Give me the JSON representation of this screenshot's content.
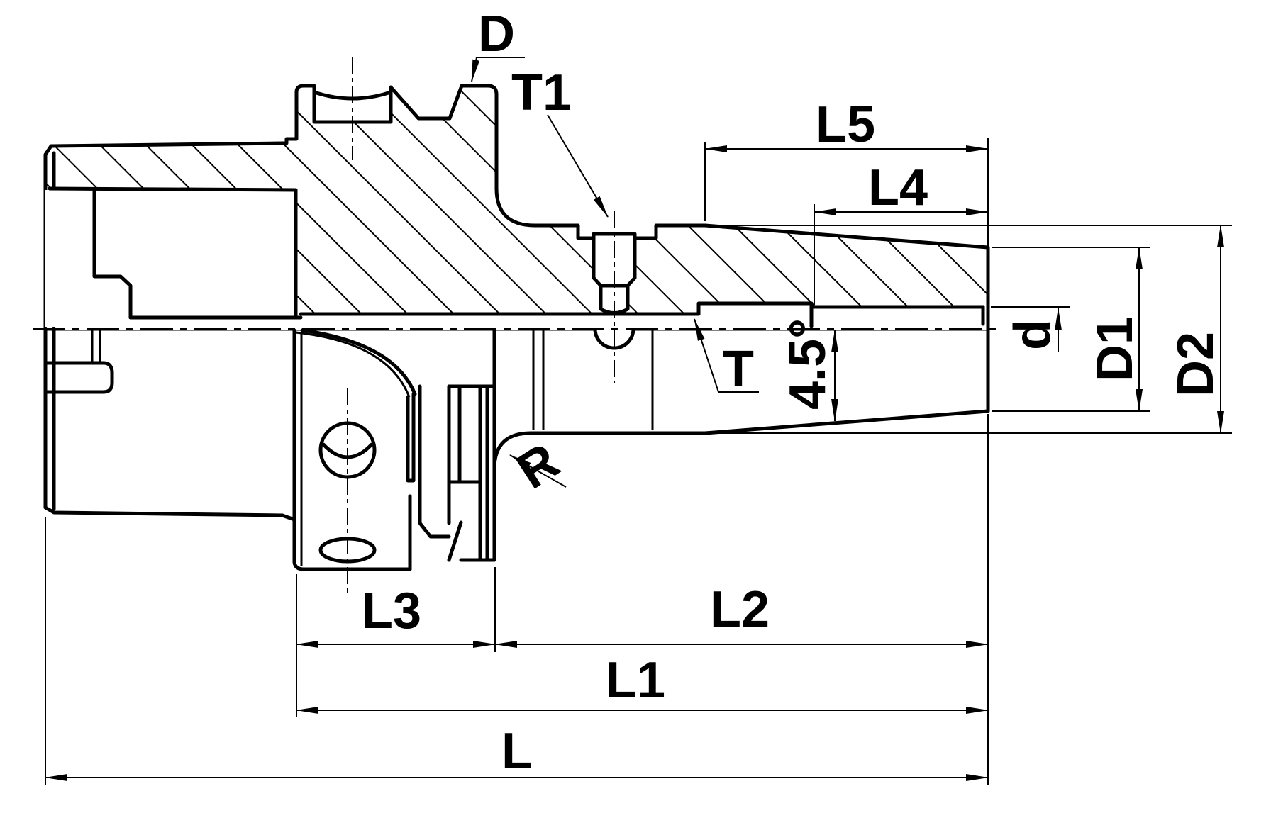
{
  "drawing": {
    "type": "technical-dimension-drawing",
    "subject": "HSK shrink-fit tool holder cross-section",
    "background": "#ffffff",
    "line_color": "#000000",
    "labels": {
      "D": "D",
      "T1": "T1",
      "L5": "L5",
      "L4": "L4",
      "d": "d",
      "D1": "D1",
      "D2": "D2",
      "T": "T",
      "taper_angle": "4.5°",
      "R": "R",
      "L3": "L3",
      "L2": "L2",
      "L1": "L1",
      "L": "L"
    }
  }
}
